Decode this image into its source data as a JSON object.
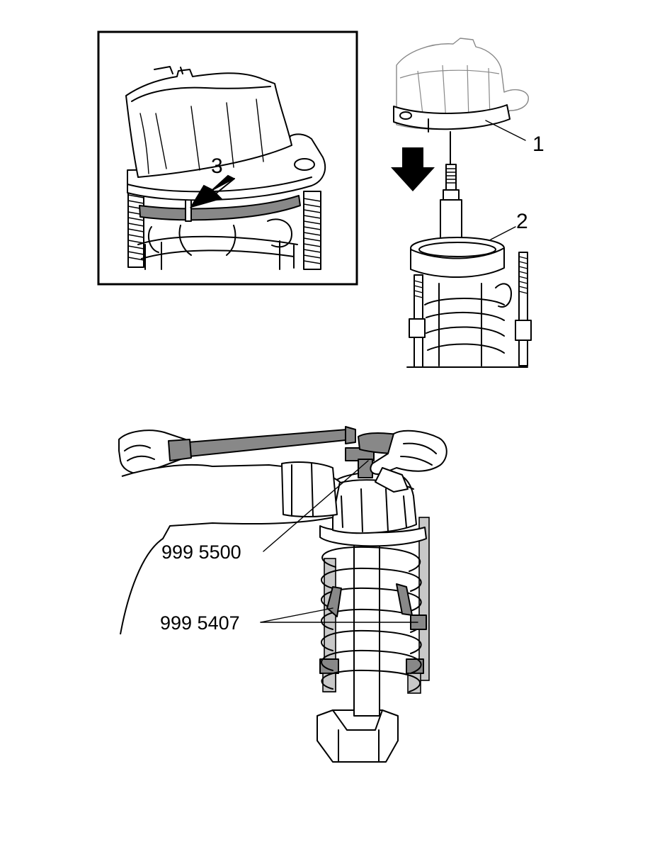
{
  "figures": {
    "detail": {
      "callout_3": "3"
    },
    "exploded": {
      "callout_1": "1",
      "callout_2": "2"
    },
    "assembly": {
      "tool_a": "999 5500",
      "tool_b": "999 5407"
    }
  },
  "icons": {
    "arrow_detail": "arrow-icon",
    "arrow_down": "down-arrow-icon"
  }
}
